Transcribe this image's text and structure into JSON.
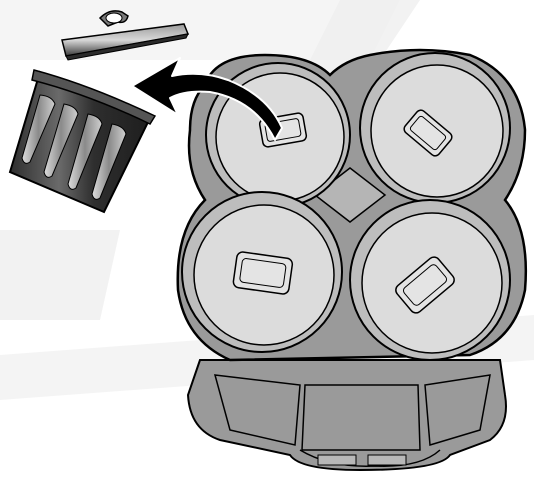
{
  "illustration": {
    "subject": "remove-cells-from-tray-and-discard",
    "colors": {
      "background": "#ffffff",
      "watermark": "#efefef",
      "tray_fill": "#9a9a9a",
      "cup_fill": "#d6d6d6",
      "cup_rim": "#e6e6e6",
      "capsule_fill": "#dcdcdc",
      "outline": "#000000",
      "trash_dark": "#3a3a3a",
      "trash_light": "#cfcfcf",
      "arrow_fill": "#000000"
    },
    "icons": [
      "trash-can-icon",
      "trash-can-lid-icon",
      "curved-arrow-icon",
      "holder-tray-icon"
    ],
    "cup_count": 4,
    "capsule_count": 4
  }
}
